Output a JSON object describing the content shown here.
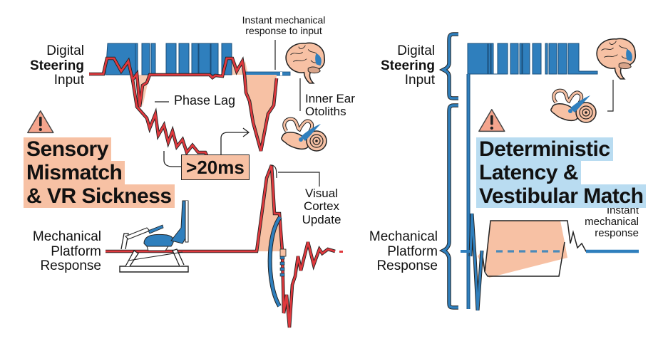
{
  "colors": {
    "red": "#e0393e",
    "blue": "#2f7fbd",
    "peach": "#f7c1a4",
    "light_blue": "#b9dcf1",
    "ink": "#111111"
  },
  "left_panel": {
    "input_label": {
      "line1": "Digital",
      "line2": "Steering",
      "line3": "Input"
    },
    "platform_label": {
      "line1": "Mechanical",
      "line2": "Platform",
      "line3": "Response"
    },
    "annotation_instant": {
      "line1": "Instant mechanical",
      "line2": "response to input"
    },
    "annotation_phase_lag": "Phase Lag",
    "annotation_otoliths": {
      "line1": "Inner Ear",
      "line2": "Otoliths"
    },
    "annotation_visual": {
      "line1": "Visual",
      "line2": "Cortex",
      "line3": "Update"
    },
    "latency_badge": ">20ms",
    "title": {
      "line1": "Sensory",
      "line2": "Mismatch",
      "line3": "& VR Sickness"
    },
    "icons": [
      "warning-icon",
      "brain-icon",
      "inner-ear-icon",
      "motion-simulator-seat-icon"
    ]
  },
  "right_panel": {
    "input_label": {
      "line1": "Digital",
      "line2": "Steering",
      "line3": "Input"
    },
    "platform_label": {
      "line1": "Mechanical",
      "line2": "Platform",
      "line3": "Response"
    },
    "annotation_instant": {
      "line1": "Instant",
      "line2": "mechanical",
      "line3": "response"
    },
    "title": {
      "line1": "Deterministic",
      "line2": "Latency &",
      "line3": "Vestibular Match"
    },
    "icons": [
      "warning-icon",
      "brain-icon",
      "inner-ear-icon"
    ]
  }
}
